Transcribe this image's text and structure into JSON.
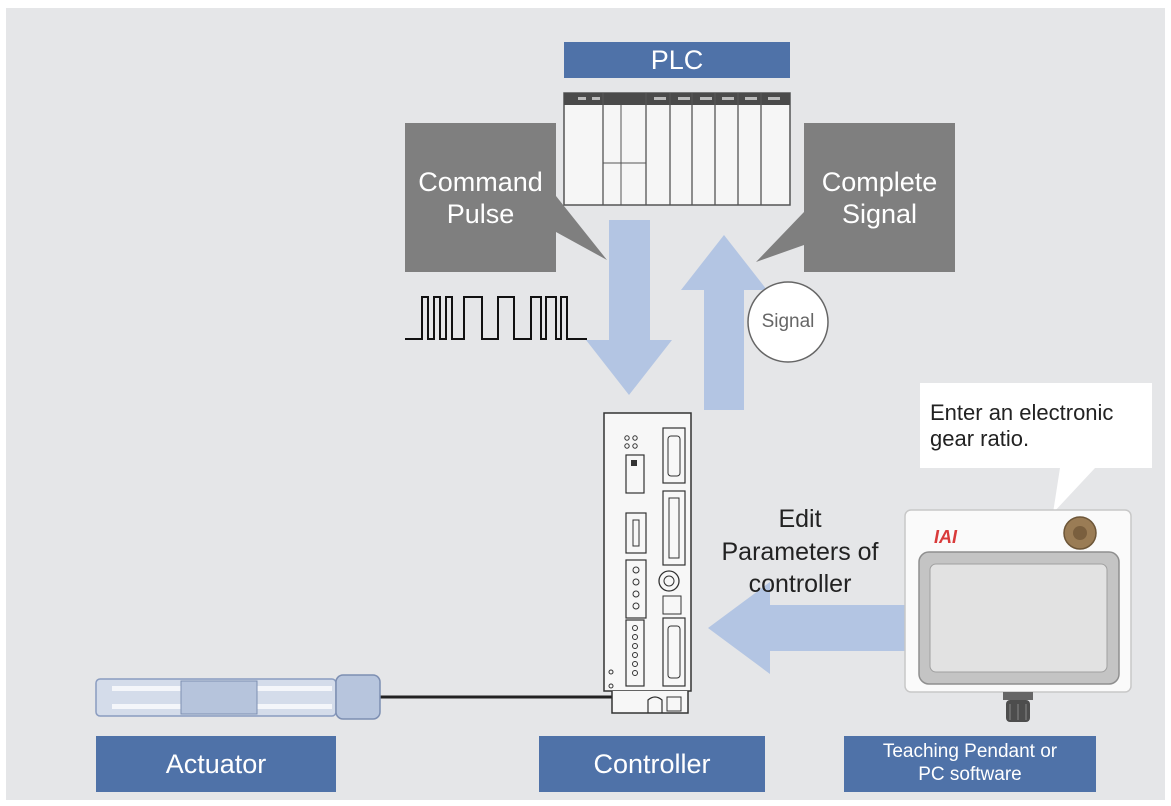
{
  "colors": {
    "background": "#e5e6e8",
    "label_box": "#4f72a8",
    "callout_box": "#7f7f7f",
    "arrow": "#b3c5e3",
    "label_text": "#ffffff"
  },
  "labels": {
    "plc": "PLC",
    "actuator": "Actuator",
    "controller": "Controller",
    "pendant_line1": "Teaching Pendant or",
    "pendant_line2": "PC software"
  },
  "callouts": {
    "command_line1": "Command",
    "command_line2": "Pulse",
    "complete_line1": "Complete",
    "complete_line2": "Signal",
    "signal_bubble": "Signal",
    "speech_line1": "Enter an electronic",
    "speech_line2": "gear ratio.",
    "edit_line1": "Edit",
    "edit_line2": "Parameters of",
    "edit_line3": "controller"
  },
  "pendant_brand": "IAI",
  "icons": [
    "plc-rack-icon",
    "pulse-waveform-icon",
    "controller-unit-icon",
    "actuator-icon",
    "teaching-pendant-icon"
  ]
}
